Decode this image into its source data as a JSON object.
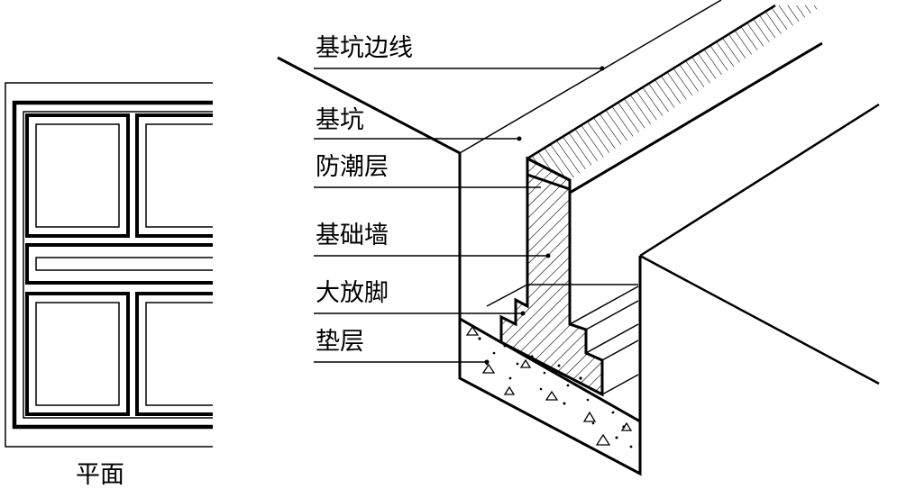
{
  "plan": {
    "caption": "平面"
  },
  "section": {
    "labels": {
      "pit_edge": "基坑边线",
      "pit": "基坑",
      "damp_course": "防潮层",
      "foundation_wall": "基础墙",
      "footing_step": "大放脚",
      "cushion": "垫层"
    }
  },
  "colors": {
    "line": "#000000",
    "background": "#ffffff"
  }
}
